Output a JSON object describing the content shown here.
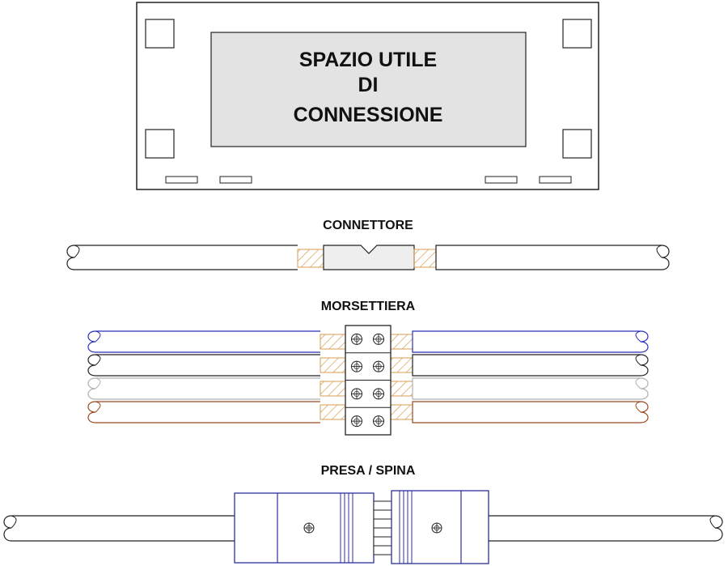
{
  "enclosure": {
    "label_lines": [
      "SPAZIO UTILE",
      "DI",
      "CONNESSIONE"
    ]
  },
  "sections": {
    "connettore": "CONNETTORE",
    "morsettiera": "MORSETTIERA",
    "presa_spina": "PRESA / SPINA"
  },
  "colors": {
    "line": "#222222",
    "panel_fill": "#e3e3e3",
    "copper": "#d79c52",
    "plug_blue": "#2b2f9e"
  },
  "terminal_block": {
    "wire_colors": [
      "#2b2fb8",
      "#222222",
      "#b0b0b0",
      "#9a4a20"
    ]
  }
}
